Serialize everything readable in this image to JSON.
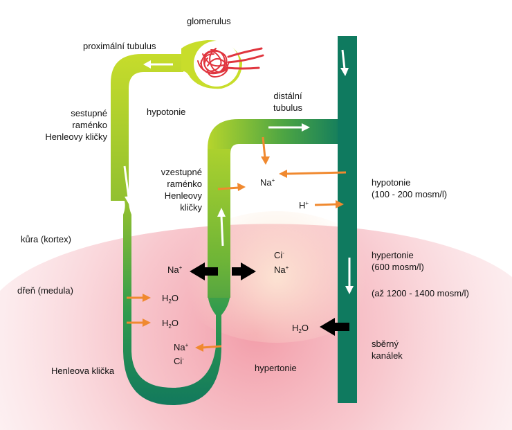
{
  "colors": {
    "tubule_light": "#c6dc2a",
    "tubule_dark": "#0d7a62",
    "collecting_duct": "#0f7a5f",
    "medulla_pink": "#f08c9a",
    "glomerulus": "#e0353e",
    "arrow_orange": "#f0892f",
    "arrow_white": "#ffffff",
    "arrow_black": "#000000"
  },
  "labels": {
    "glomerulus": "glomerulus",
    "proximal_tubule": "proximální tubulus",
    "descending_limb": [
      "sestupné",
      "raménko",
      "Henleovy kličky"
    ],
    "hypotonie_top": "hypotonie",
    "distal_tubule": [
      "distální",
      "tubulus"
    ],
    "ascending_limb": [
      "vzestupné",
      "raménko",
      "Henleovy",
      "kličky"
    ],
    "cortex": "kůra (kortex)",
    "medulla": "dřeň (medula)",
    "loop_of_henle": "Henleova klička",
    "hypertonie_bottom": "hypertonie",
    "collecting_duct": [
      "sběrný",
      "kanálek"
    ],
    "hypotonie_right": [
      "hypotonie",
      "(100 - 200 mosm/l)"
    ],
    "hypertonie_right": [
      "hypertonie",
      "(600 mosm/l)"
    ],
    "hypertonie_max": "(až 1200 - 1400 mosm/l)"
  },
  "ions": {
    "na_plus_top": {
      "base": "Na",
      "sup": "+"
    },
    "h_plus": {
      "base": "H",
      "sup": "+"
    },
    "na_plus_left": {
      "base": "Na",
      "sup": "+"
    },
    "cl_minus_right": {
      "base": "Ci",
      "sup": "-"
    },
    "na_plus_right": {
      "base": "Na",
      "sup": "+"
    },
    "water_1": {
      "base": "H",
      "sub": "2",
      "tail": "O"
    },
    "water_2": {
      "base": "H",
      "sub": "2",
      "tail": "O"
    },
    "water_duct": {
      "base": "H",
      "sub": "2",
      "tail": "O"
    },
    "na_plus_bottom": {
      "base": "Na",
      "sup": "+"
    },
    "cl_minus_bottom": {
      "base": "Ci",
      "sup": "-"
    }
  }
}
